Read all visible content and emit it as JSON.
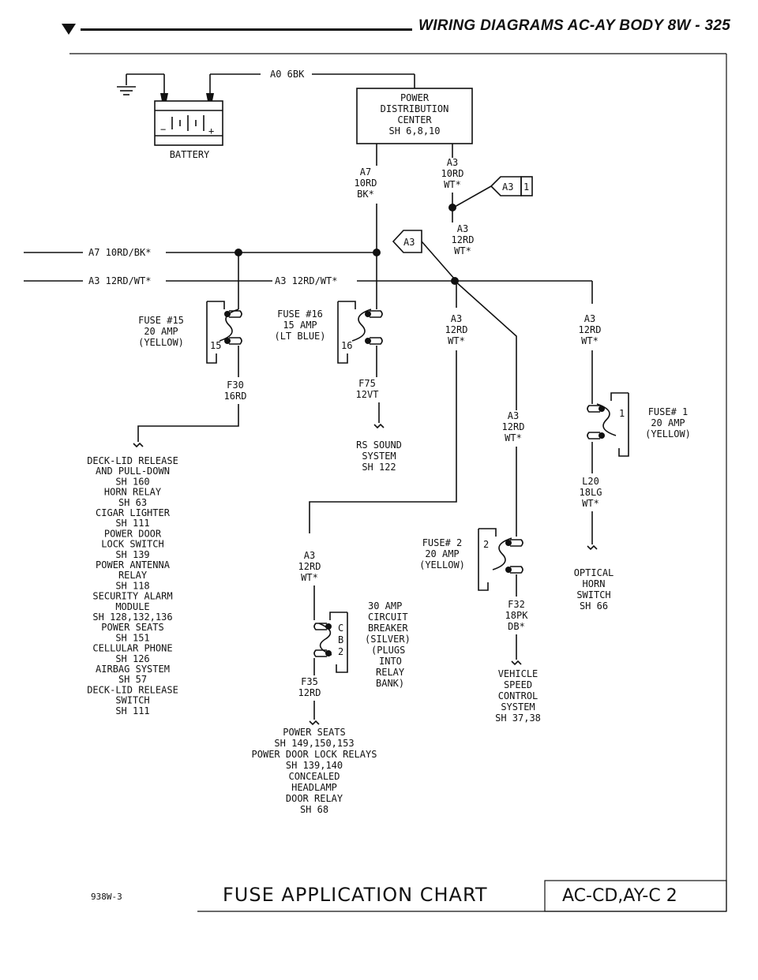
{
  "header": {
    "title": "WIRING DIAGRAMS AC-AY BODY   8W - 325"
  },
  "battery": {
    "label": "BATTERY",
    "plus": "+",
    "minus": "−"
  },
  "pdc": {
    "lines": [
      "POWER",
      "DISTRIBUTION",
      "CENTER",
      "SH 6,8,10"
    ]
  },
  "wires": {
    "a0": "A0 6BK",
    "a7_pdc": [
      "A7",
      "10RD",
      "BK*"
    ],
    "a3_pdc": [
      "A3",
      "10RD",
      "WT*"
    ],
    "a3_conn_tag": "A3",
    "a3_conn_pin": "1",
    "a3_splice": [
      "A3",
      "12RD",
      "WT*"
    ],
    "a3_splice_tag": "A3",
    "a7_left": "A7 10RD/BK*",
    "a3_left": "A3 12RD/WT*",
    "a3_mid": "A3 12RD/WT*",
    "a3_fuse1_feed": [
      "A3",
      "12RD",
      "WT*"
    ],
    "a3_center": [
      "A3",
      "12RD",
      "WT*"
    ],
    "a3_right": [
      "A3",
      "12RD",
      "WT*"
    ],
    "f30": [
      "F30",
      "16RD"
    ],
    "f75": [
      "F75",
      "12VT"
    ],
    "l20": [
      "L20",
      "18LG",
      "WT*"
    ],
    "a3_cb": [
      "A3",
      "12RD",
      "WT*"
    ],
    "f32": [
      "F32",
      "18PK",
      "DB*"
    ],
    "f35": [
      "F35",
      "12RD"
    ]
  },
  "fuses": {
    "f15": {
      "lines": [
        "FUSE #15",
        "20 AMP",
        "(YELLOW)"
      ],
      "num": "15"
    },
    "f16": {
      "lines": [
        "FUSE #16",
        "15 AMP",
        "(LT BLUE)"
      ],
      "num": "16"
    },
    "f1": {
      "lines": [
        "FUSE# 1",
        "20 AMP",
        "(YELLOW)"
      ],
      "num": "1"
    },
    "f2": {
      "lines": [
        "FUSE# 2",
        "20 AMP",
        "(YELLOW)"
      ],
      "num": "2"
    },
    "cb": {
      "lines": [
        "30 AMP",
        "CIRCUIT",
        "BREAKER",
        "(SILVER)",
        "(PLUGS",
        "INTO",
        "RELAY",
        "BANK)"
      ],
      "letters": [
        "C",
        "B",
        "2"
      ]
    }
  },
  "destinations": {
    "left_list": [
      "DECK-LID RELEASE",
      "AND PULL-DOWN",
      "SH 160",
      "HORN RELAY",
      "SH 63",
      "CIGAR LIGHTER",
      "SH 111",
      "POWER DOOR",
      "LOCK SWITCH",
      "SH 139",
      "POWER ANTENNA",
      "RELAY",
      "SH 118",
      "SECURITY ALARM",
      "MODULE",
      "SH 128,132,136",
      "POWER SEATS",
      "SH 151",
      "CELLULAR PHONE",
      "SH 126",
      "AIRBAG SYSTEM",
      "SH 57",
      "DECK-LID RELEASE",
      "SWITCH",
      "SH 111"
    ],
    "rs_sound": [
      "RS SOUND",
      "SYSTEM",
      "SH 122"
    ],
    "optical_horn": [
      "OPTICAL",
      "HORN",
      "SWITCH",
      "SH 66"
    ],
    "vehicle_speed": [
      "VEHICLE",
      "SPEED",
      "CONTROL",
      "SYSTEM",
      "SH 37,38"
    ],
    "power_seats": [
      "POWER SEATS",
      "SH 149,150,153",
      "POWER DOOR LOCK RELAYS",
      "SH 139,140",
      "CONCEALED",
      "HEADLAMP",
      "DOOR RELAY",
      "SH 68"
    ]
  },
  "footer": {
    "ref": "938W-3",
    "title": "FUSE APPLICATION CHART",
    "code": "AC-CD,AY-C 2"
  }
}
